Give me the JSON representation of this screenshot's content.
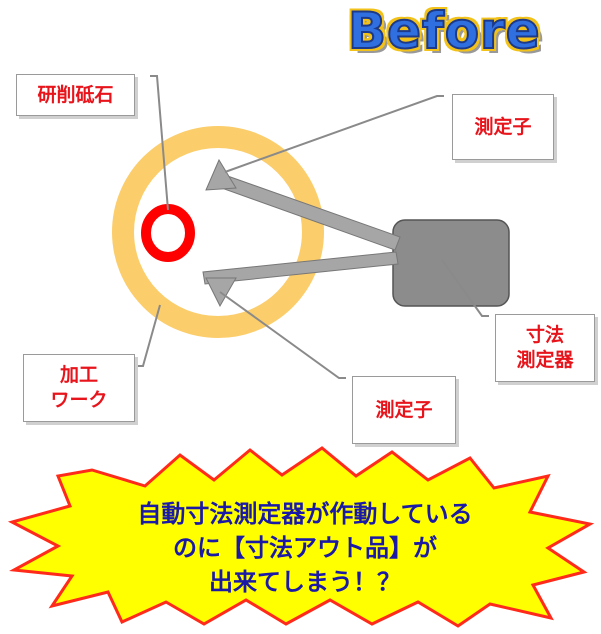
{
  "title": "Before",
  "labels": {
    "grinding_wheel": "研削砥石",
    "probe_top": "測定子",
    "gauge": [
      "寸法",
      "測定器"
    ],
    "workpiece": [
      "加工",
      "ワーク"
    ],
    "probe_bottom": "測定子"
  },
  "message": {
    "line1": "自動寸法測定器が作動している",
    "line2": "のに【寸法アウト品】が",
    "line3": "出来てしまう！？"
  },
  "colors": {
    "label_text": "#e8141b",
    "ring": "#fbcd6b",
    "wheel": "#ff0000",
    "gauge_body": "#8c8c8c",
    "burst_fill": "#ffff00",
    "burst_stroke": "#ff2a1a",
    "message_text": "#1a1aa6",
    "title_fill": "#2f6fe0",
    "title_outline": "#f2c21a"
  }
}
